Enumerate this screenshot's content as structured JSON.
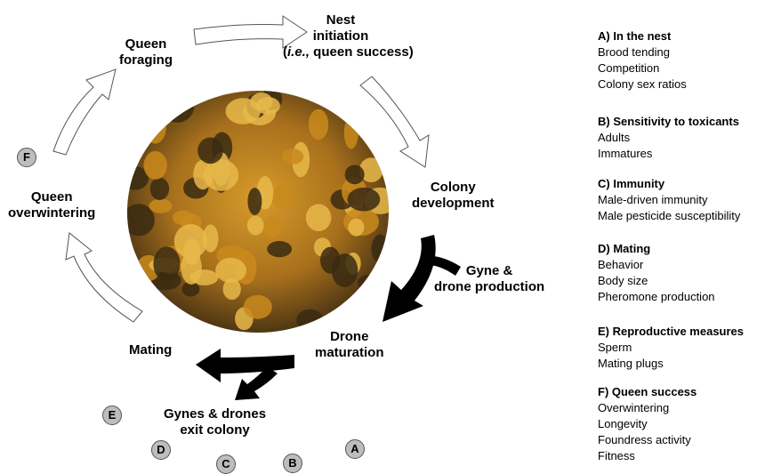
{
  "stages": {
    "queen_foraging": [
      "Queen",
      "foraging"
    ],
    "nest_initiation_1": "Nest",
    "nest_initiation_2": "initiation",
    "nest_initiation_3_italic": "i.e.,",
    "nest_initiation_3_rest": " queen success)",
    "colony_development": [
      "Colony",
      "development"
    ],
    "gyne_drone_production": [
      "Gyne &",
      "drone production"
    ],
    "drone_maturation": [
      "Drone",
      "maturation"
    ],
    "mating": "Mating",
    "gynes_drones_exit": [
      "Gynes & drones",
      "exit colony"
    ],
    "queen_overwintering": [
      "Queen",
      "overwintering"
    ]
  },
  "badges": {
    "F": "F",
    "E": "E",
    "D": "D",
    "C": "C",
    "B": "B",
    "A": "A"
  },
  "legend": [
    {
      "heading": "A) In the nest",
      "items": [
        "Brood tending",
        "Competition",
        "Colony sex ratios"
      ]
    },
    {
      "heading": "B) Sensitivity to toxicants",
      "items": [
        "Adults",
        "Immatures"
      ]
    },
    {
      "heading": "C) Immunity",
      "items": [
        "Male-driven immunity",
        "Male pesticide susceptibility"
      ]
    },
    {
      "heading": "D) Mating",
      "items": [
        "Behavior",
        "Body size",
        "Pheromone production"
      ]
    },
    {
      "heading": "E) Reproductive measures",
      "items": [
        "Sperm",
        "Mating plugs"
      ]
    },
    {
      "heading": "F) Queen success",
      "items": [
        "Overwintering",
        "Longevity",
        "Foundress activity",
        "Fitness"
      ]
    }
  ],
  "colors": {
    "photo_dark": "#3a2a12",
    "photo_honey": "#c98a1c",
    "photo_cell": "#e8b84a",
    "badge_fill": "#bdbdbd",
    "arrow_black": "#000000"
  }
}
